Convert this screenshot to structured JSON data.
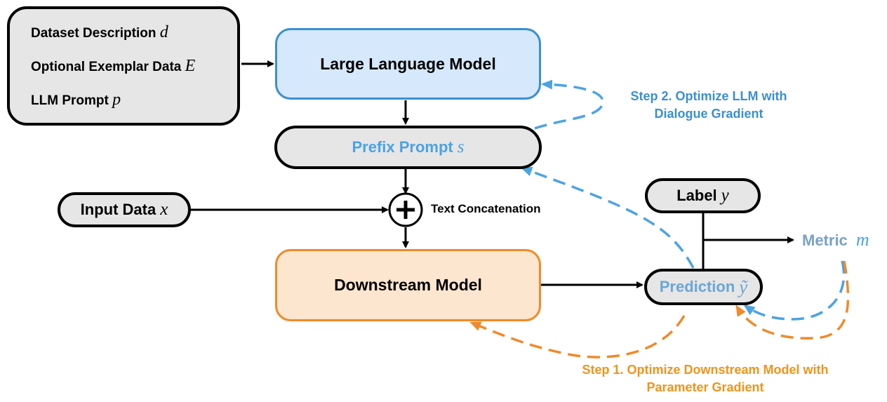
{
  "inputs": {
    "dataset_label": "Dataset Description",
    "dataset_symbol": "d",
    "exemplar_label": "Optional Exemplar Data",
    "exemplar_symbol": "E",
    "prompt_label": "LLM Prompt",
    "prompt_symbol": "p"
  },
  "llm": {
    "label": "Large Language Model"
  },
  "prefix": {
    "label": "Prefix Prompt",
    "symbol": "s"
  },
  "input_data": {
    "label": "Input Data",
    "symbol": "x"
  },
  "concat": {
    "symbol": "+",
    "label": "Text Concatenation"
  },
  "downstream": {
    "label": "Downstream Model"
  },
  "label_node": {
    "label": "Label",
    "symbol": "y"
  },
  "prediction": {
    "label": "Prediction",
    "symbol": "ỹ"
  },
  "metric": {
    "label": "Metric",
    "symbol": "m"
  },
  "step2": {
    "line1": "Step 2. Optimize LLM with",
    "line2": "Dialogue Gradient"
  },
  "step1": {
    "line1": "Step 1. Optimize Downstream Model with",
    "line2": "Parameter Gradient"
  },
  "colors": {
    "blue": "#4ba3e3",
    "orange": "#f08a2a",
    "llm_fill": "#d6e8fb",
    "downstream_fill": "#fde6cf",
    "gray_fill": "#e6e6e6"
  }
}
